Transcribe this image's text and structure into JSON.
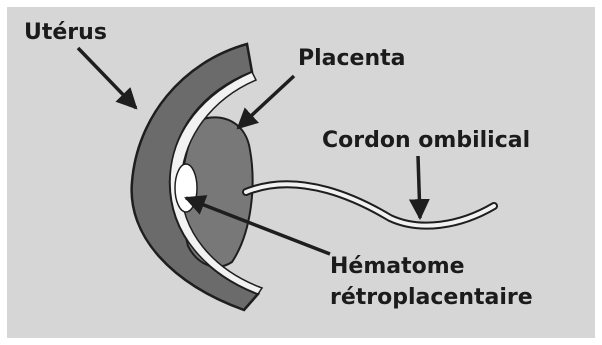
{
  "labels": {
    "uterus": "Utérus",
    "placenta": "Placenta",
    "cord": "Cordon ombilical",
    "hematoma_line1": "Hématome",
    "hematoma_line2": "rétroplacentaire"
  },
  "colors": {
    "background": "#d6d6d6",
    "uterus_wall": "#6b6b6b",
    "placenta": "#787878",
    "membrane": "#f2f2f2",
    "hematoma": "#ffffff",
    "outline": "#1e1e1e"
  }
}
